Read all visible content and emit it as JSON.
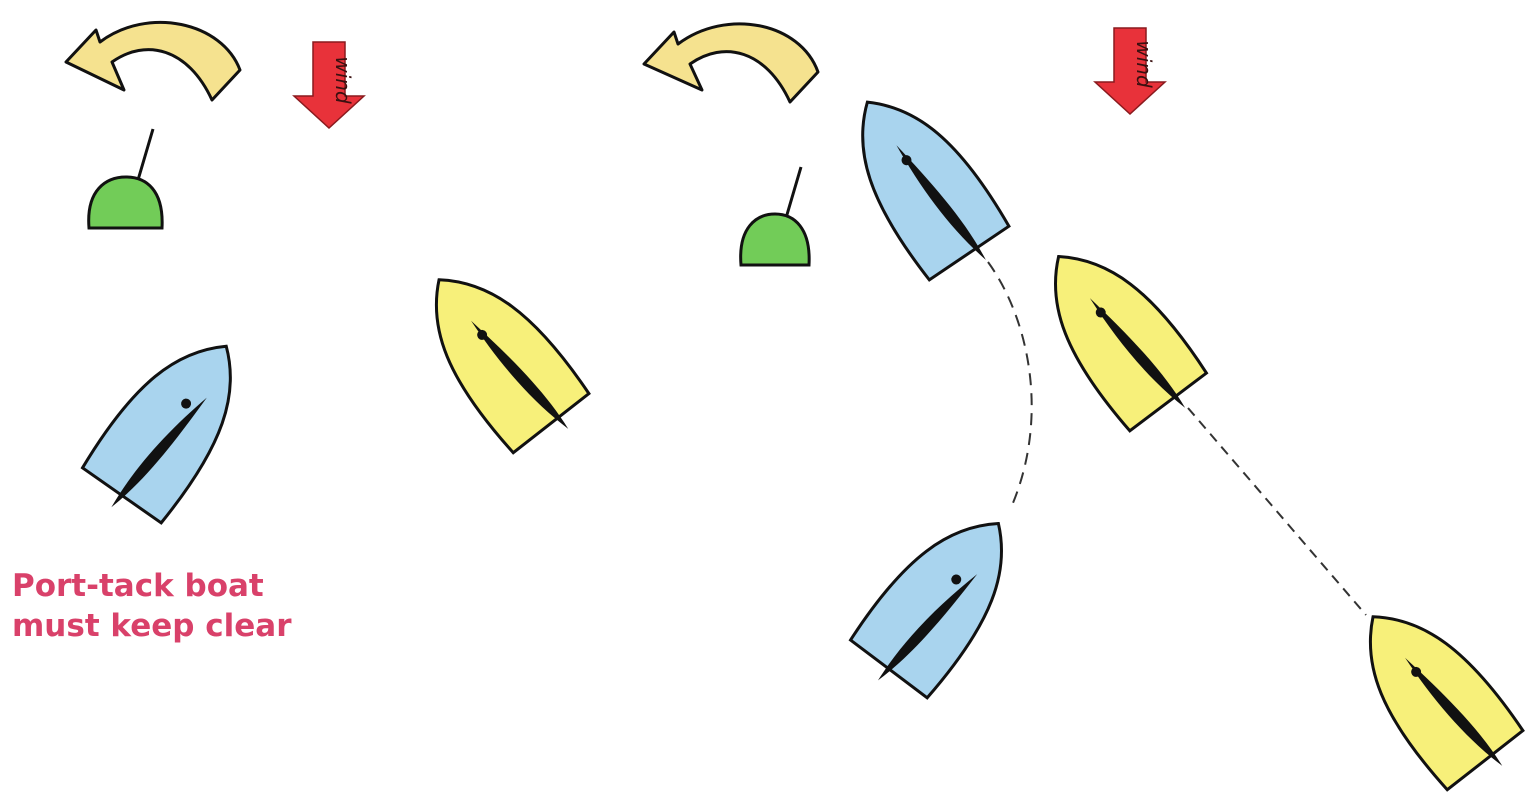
{
  "wind_label": "wind",
  "caption": {
    "line1": "Port-tack boat",
    "line2": "must keep clear"
  },
  "colors": {
    "port_boat": "#a9d4ee",
    "starboard_boat": "#f7f07a",
    "mark": "#72cc58",
    "curved_arrow": "#f5e28f",
    "wind_arrow": "#e8323a",
    "caption": "#d9416a",
    "outline": "#111111"
  },
  "icons": {
    "rounding_direction": "curved-arrow-left-icon",
    "wind": "wind-arrow-down-icon",
    "mark": "buoy-icon",
    "boat": "sailboat-icon"
  }
}
